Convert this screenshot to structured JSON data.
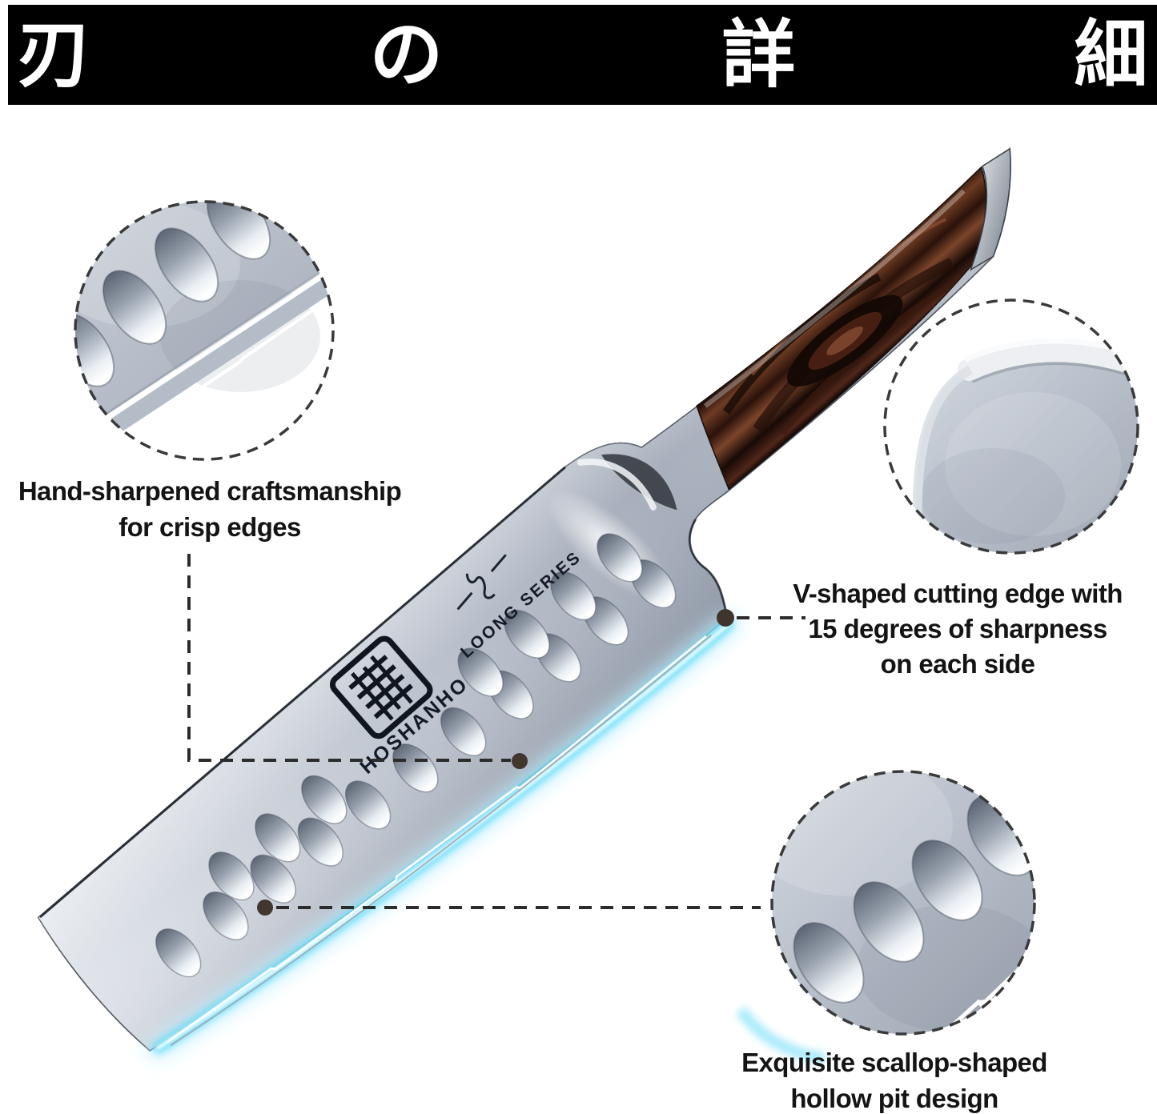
{
  "banner": {
    "title": "刃 の 詳 細",
    "bg_color": "#000000",
    "text_color": "#ffffff"
  },
  "product": {
    "brand": "HOSHANHO",
    "series": "LOONG SERIES",
    "brand_seal": "seal-mark",
    "series_mark": "dragon-mark"
  },
  "callouts": {
    "left": {
      "lines": [
        "Hand-sharpened craftsmanship",
        "for crisp edges"
      ]
    },
    "right": {
      "lines": [
        "V-shaped cutting edge with",
        "15 degrees of sharpness",
        "on each side"
      ]
    },
    "bottom": {
      "lines": [
        "Exquisite scallop-shaped",
        "hollow pit design"
      ]
    }
  },
  "colors": {
    "edge_glow": "#5fd8f6",
    "blade_steel": "#aab1bd",
    "handle_wood": "#4a2113",
    "caption_text": "#141414",
    "connector": "#2c2c2c"
  }
}
